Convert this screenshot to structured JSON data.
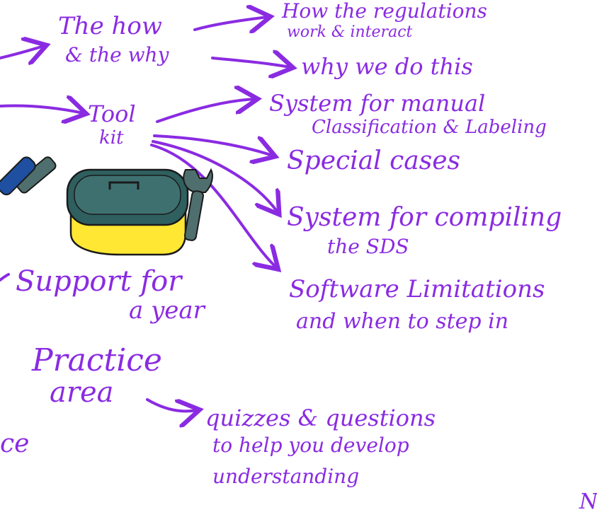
{
  "colors": {
    "ink": "#8a2be2",
    "toolbox_lid": "#2f5f5f",
    "toolbox_base": "#ffe733",
    "handle_blue": "#1f4fa0",
    "tool_grey": "#4f6f6f"
  },
  "nodes": {
    "how_why": {
      "line1": "The how",
      "line2": "& the why"
    },
    "regulations": {
      "line1": "How the regulations",
      "line2": "work & interact"
    },
    "why_we_do": {
      "text": "why we do this"
    },
    "tool_kit": {
      "line1": "Tool",
      "line2": "kit"
    },
    "manual_classification": {
      "line1": "System for manual",
      "line2": "Classification & Labeling"
    },
    "special_cases": {
      "text": "Special cases"
    },
    "compiling_sds": {
      "line1": "System for compiling",
      "line2": "the SDS"
    },
    "software_limitations": {
      "line1": "Software Limitations",
      "line2": "and when to step in"
    },
    "support": {
      "line1": "Support for",
      "line2": "a year"
    },
    "practice_area": {
      "line1": "Practice",
      "line2": "area"
    },
    "quizzes": {
      "line1": "quizzes & questions",
      "line2": "to help you develop",
      "line3": "understanding"
    },
    "partial_left": {
      "text": "ce"
    },
    "partial_right": {
      "text": "N"
    }
  },
  "icons": [
    "hammer-icon",
    "toolbox-icon",
    "wrench-icon"
  ]
}
